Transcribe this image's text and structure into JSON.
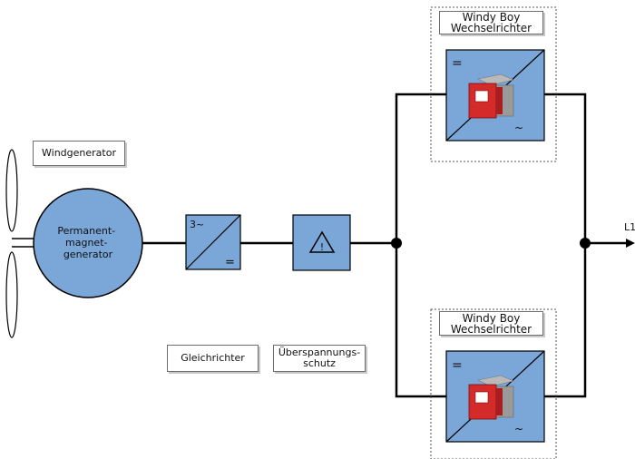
{
  "labels": {
    "windgenerator": "Windgenerator",
    "gleichrichter": "Gleichrichter",
    "ueberspannung_line1": "Überspannungs-",
    "ueberspannung_line2": "schutz",
    "generator_line1": "Permanent-",
    "generator_line2": "magnet-",
    "generator_line3": "generator",
    "inverter_top_line1": "Windy Boy",
    "inverter_top_line2": "Wechselrichter",
    "inverter_bottom_line1": "Windy Boy",
    "inverter_bottom_line2": "Wechselrichter",
    "rectifier_ac_symbol": "3~",
    "rectifier_dc_symbol": "=",
    "inverter_dc_symbol": "=",
    "inverter_ac_symbol": "~",
    "surge_symbol": "!",
    "output_label": "L1"
  },
  "colors": {
    "component_fill": "#7aa7d8",
    "line": "#000000",
    "inverter_device": "#d42a2a"
  }
}
